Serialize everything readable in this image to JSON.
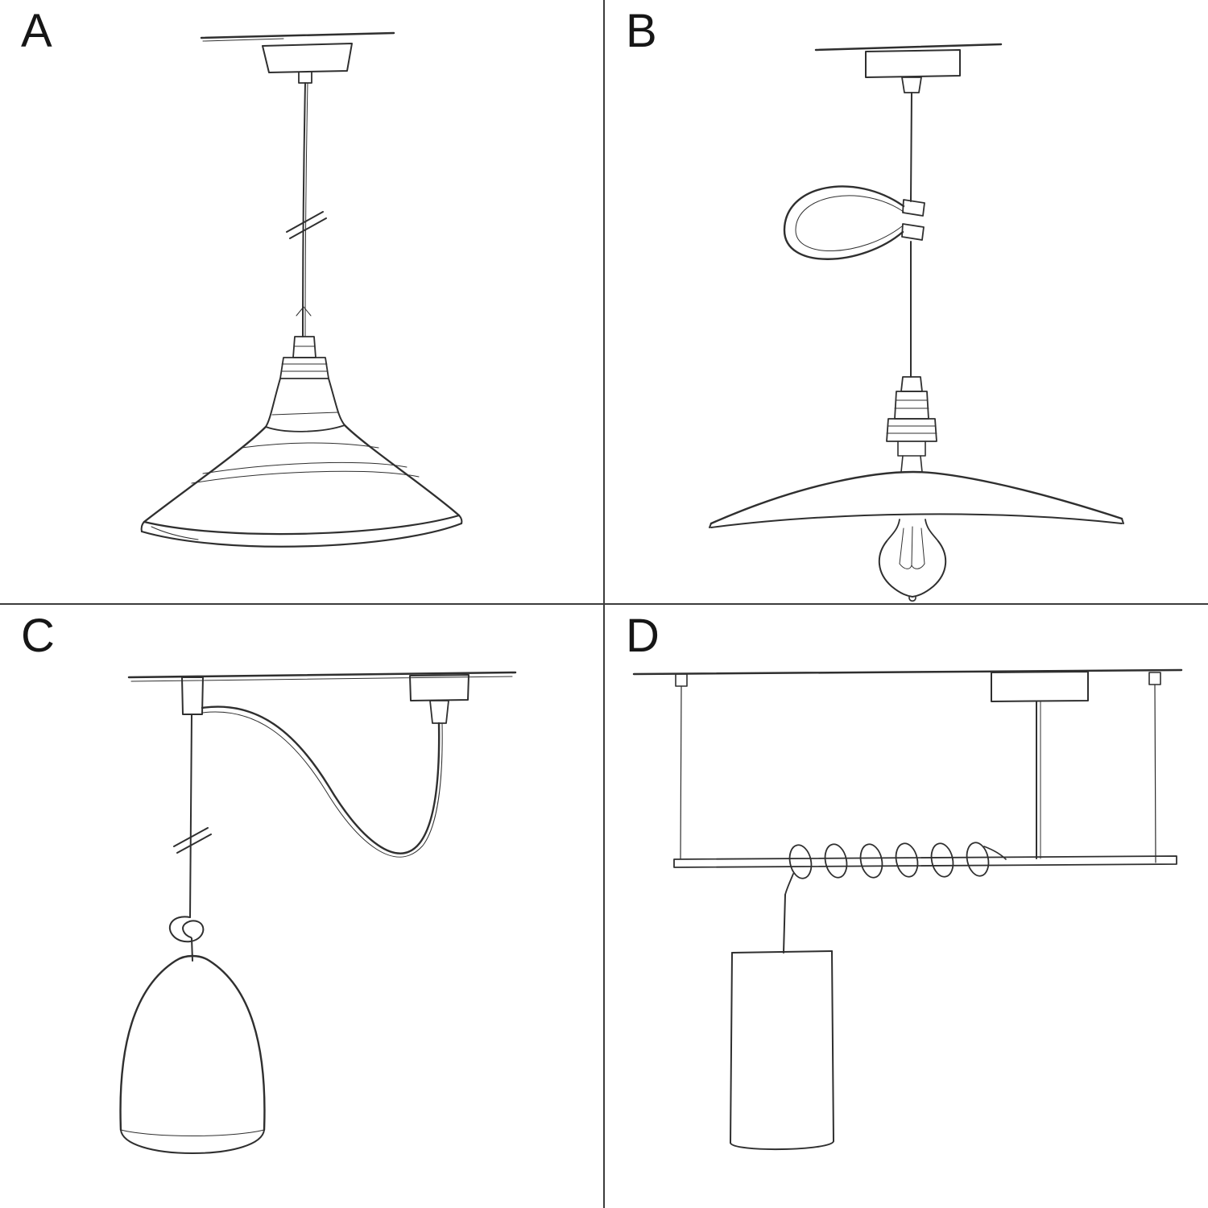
{
  "panels": [
    {
      "label": "A"
    },
    {
      "label": "B"
    },
    {
      "label": "C"
    },
    {
      "label": "D"
    }
  ],
  "colors": {
    "background": "#ffffff",
    "ink": "#2f2f2f",
    "divider": "#3c3c3c"
  }
}
